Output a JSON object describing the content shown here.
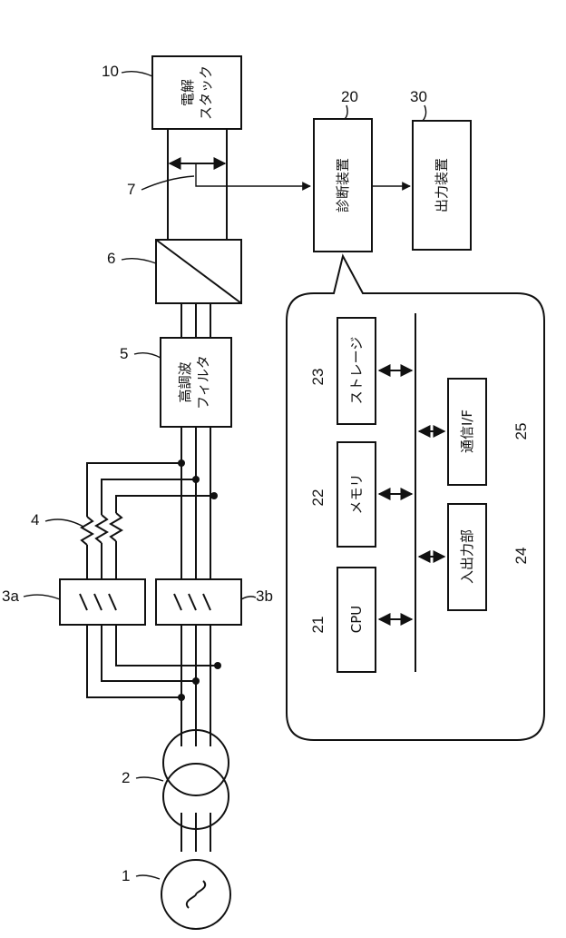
{
  "components": {
    "source": {
      "ref": "1"
    },
    "transformer": {
      "ref": "2"
    },
    "switch_a": {
      "ref": "3a"
    },
    "switch_b": {
      "ref": "3b"
    },
    "resistor": {
      "ref": "4"
    },
    "harmonic_filter": {
      "ref": "5",
      "line1": "高調波",
      "line2": "フィルタ"
    },
    "converter": {
      "ref": "6"
    },
    "sensor": {
      "ref": "7"
    },
    "stack": {
      "ref": "10",
      "line1": "電解",
      "line2": "スタック"
    },
    "diagnosis": {
      "ref": "20",
      "label": "診断装置"
    },
    "output": {
      "ref": "30",
      "label": "出力装置"
    }
  },
  "internals": {
    "cpu": {
      "ref": "21",
      "label": "CPU"
    },
    "memory": {
      "ref": "22",
      "label": "メモリ"
    },
    "storage": {
      "ref": "23",
      "label": "ストレージ"
    },
    "io": {
      "ref": "24",
      "label": "入出力部"
    },
    "comm": {
      "ref": "25",
      "label": "通信I/F"
    }
  }
}
